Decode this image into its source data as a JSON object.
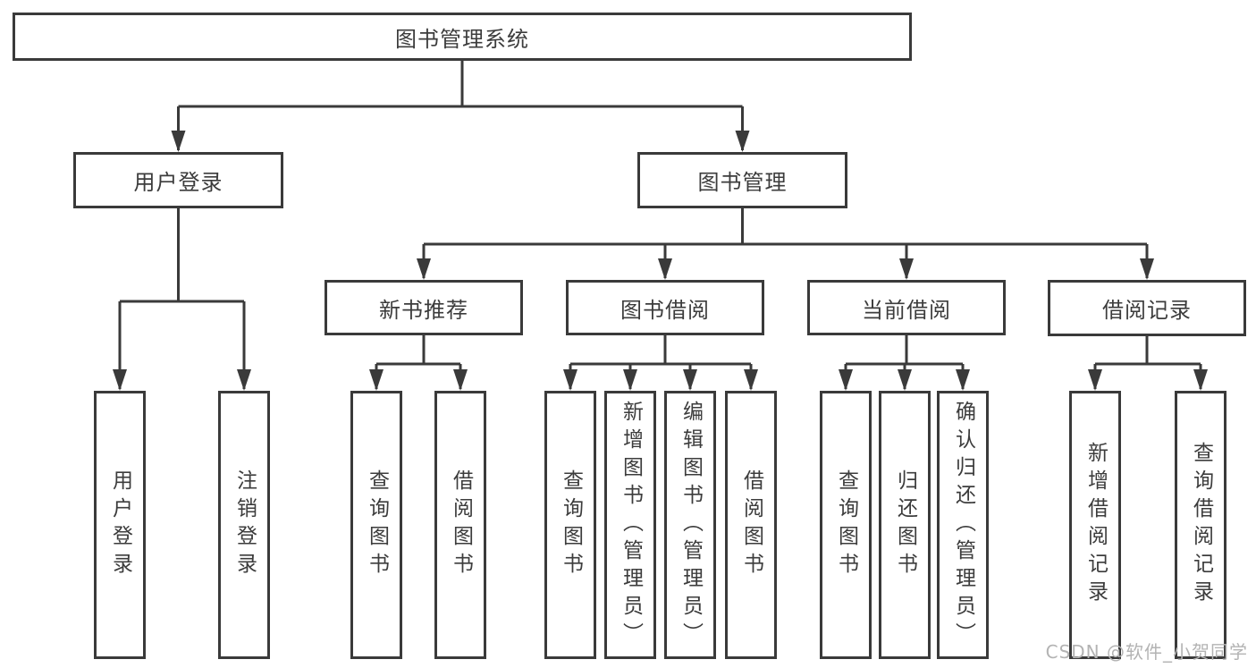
{
  "diagram": {
    "root": "图书管理系统",
    "level2": [
      {
        "label": "用户登录",
        "leaves": [
          "用户登录",
          "注销登录"
        ]
      },
      {
        "label": "图书管理",
        "groups": [
          {
            "label": "新书推荐",
            "leaves": [
              "查询图书",
              "借阅图书"
            ]
          },
          {
            "label": "图书借阅",
            "leaves": [
              "查询图书",
              "新增图书（管理员）",
              "编辑图书（管理员）",
              "借阅图书"
            ]
          },
          {
            "label": "当前借阅",
            "leaves": [
              "查询图书",
              "归还图书",
              "确认归还（管理员）"
            ]
          },
          {
            "label": "借阅记录",
            "leaves": [
              "新增借阅记录",
              "查询借阅记录"
            ]
          }
        ]
      }
    ]
  },
  "watermark": {
    "text": "CSDN @软件_小贺同学"
  },
  "colors": {
    "line": "#3a3a3a",
    "text": "#3c3c3c",
    "box_background": "#ffffff",
    "watermark": "#b3b3b3"
  }
}
